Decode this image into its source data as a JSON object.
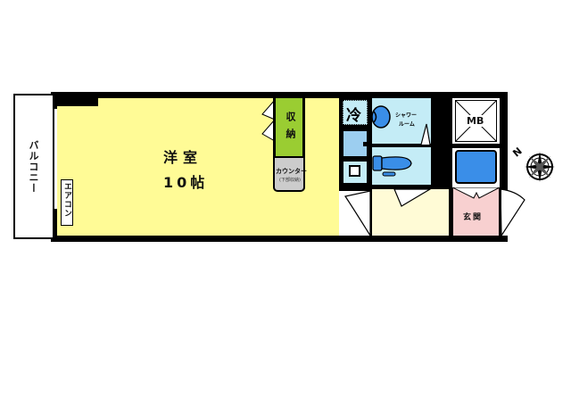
{
  "floorplan": {
    "rooms": {
      "western_room": {
        "label": "洋室",
        "size": "10帖",
        "color": "#fffb96"
      },
      "balcony": {
        "label": "バルコニー",
        "color": "#ffffff"
      },
      "storage": {
        "label": "収納",
        "color": "#9acd32"
      },
      "counter": {
        "label": "カウンター",
        "sublabel": "(下部収納)",
        "color": "#cccccc"
      },
      "shower_room": {
        "label": "シャワールーム",
        "line1": "シャワー",
        "line2": "ルーム",
        "color": "#c4ecf6"
      },
      "toilet": {
        "color": "#c4ecf6"
      },
      "corridor": {
        "color": "#fffbd6"
      },
      "entrance": {
        "label": "玄関",
        "color": "#f8d0d0"
      },
      "mb": {
        "label": "MB"
      }
    },
    "fixtures": {
      "aircon": "エアコン",
      "fridge": "冷",
      "washer_color": "#3a8ee8"
    },
    "compass": {
      "north_label": "N"
    }
  }
}
